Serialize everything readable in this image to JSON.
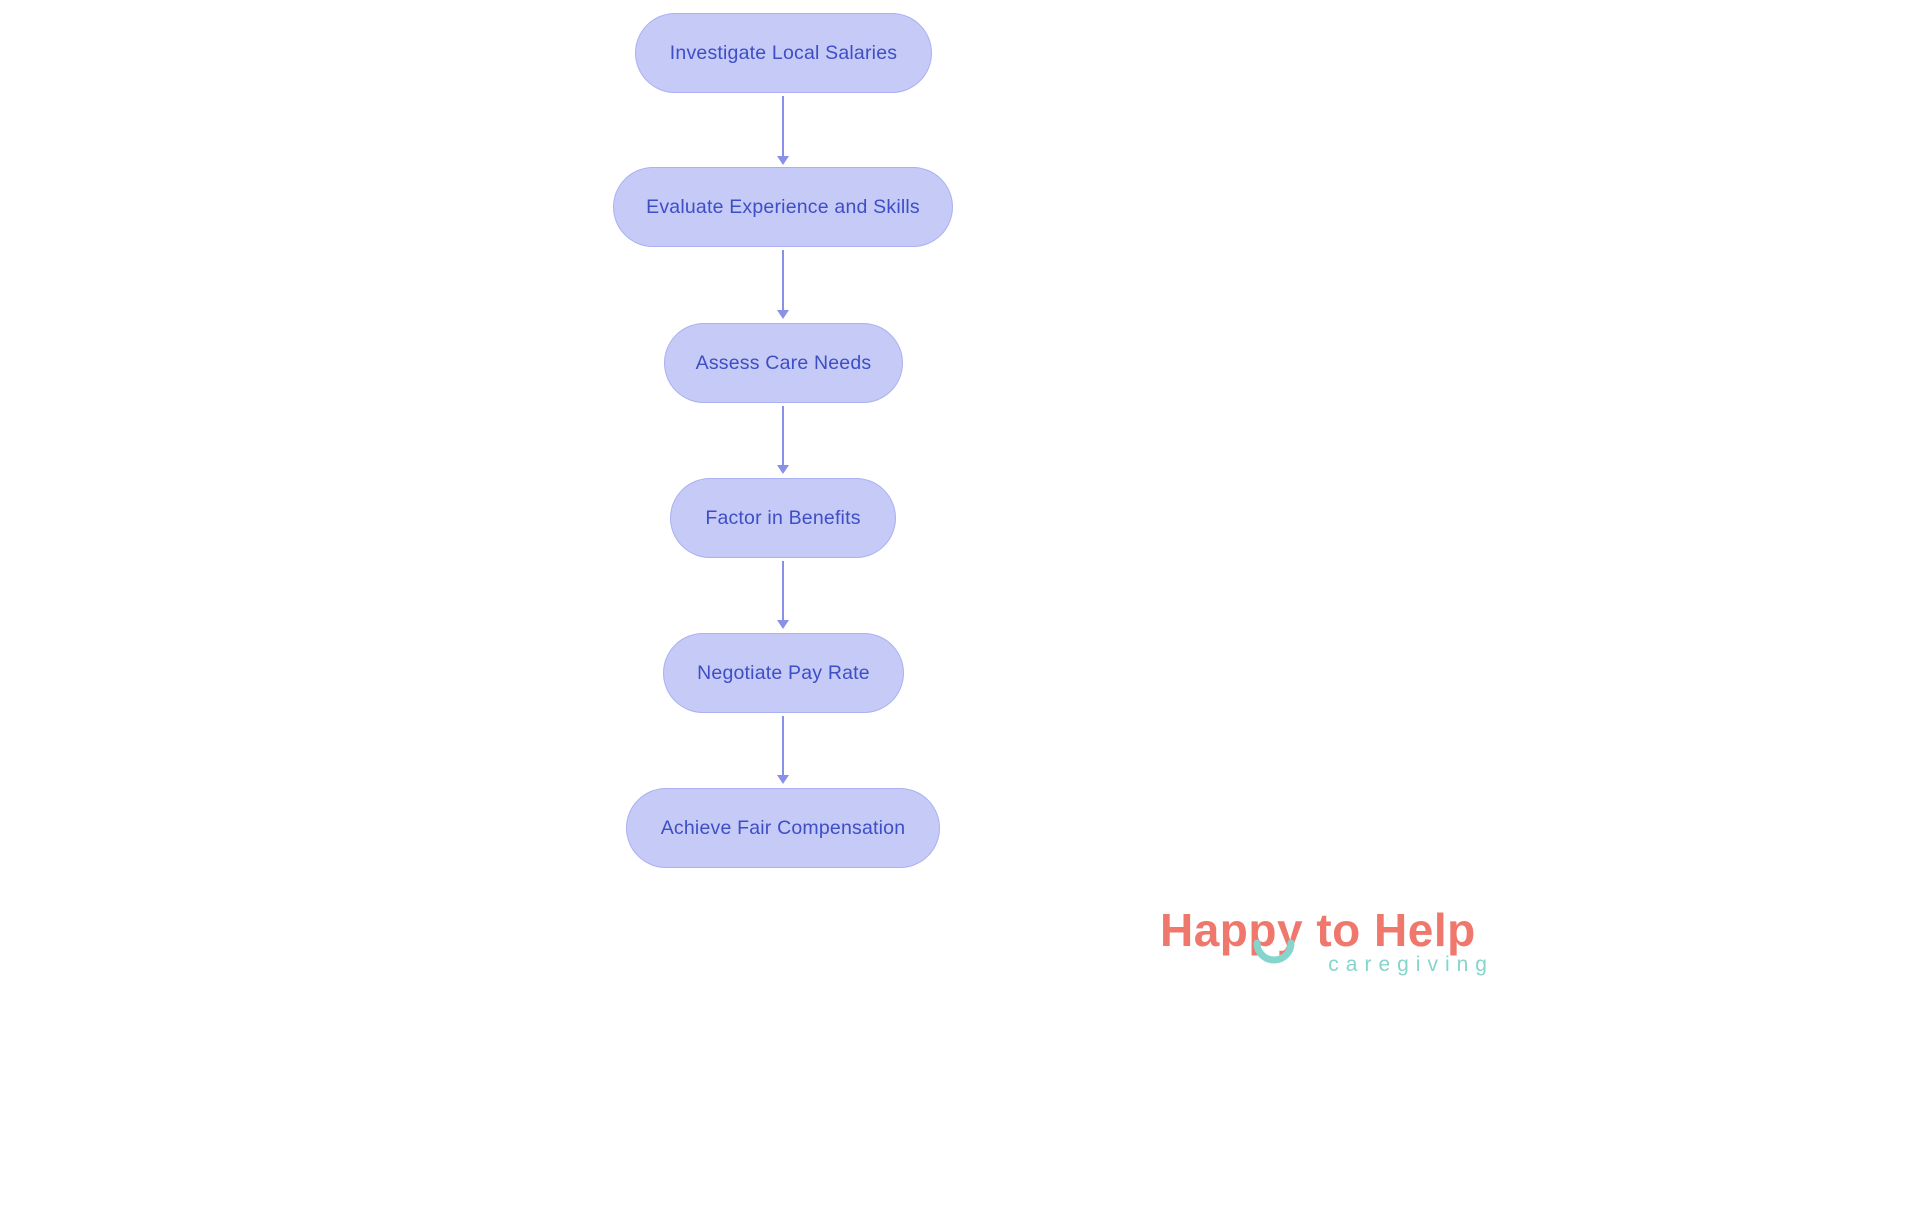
{
  "flowchart": {
    "nodes": [
      {
        "label": "Investigate Local Salaries"
      },
      {
        "label": "Evaluate Experience and Skills"
      },
      {
        "label": "Assess Care Needs"
      },
      {
        "label": "Factor in Benefits"
      },
      {
        "label": "Negotiate Pay Rate"
      },
      {
        "label": "Achieve Fair Compensation"
      }
    ]
  },
  "logo": {
    "title": "Happy to Help",
    "subtitle": "caregiving",
    "smile_icon": "smile-arc-icon"
  },
  "colors": {
    "node_fill": "#c6caf7",
    "node_border": "#aab0f2",
    "node_text": "#3e4ec5",
    "arrow": "#8990e8",
    "logo_primary": "#f0776c",
    "logo_secondary": "#85d5cd"
  }
}
